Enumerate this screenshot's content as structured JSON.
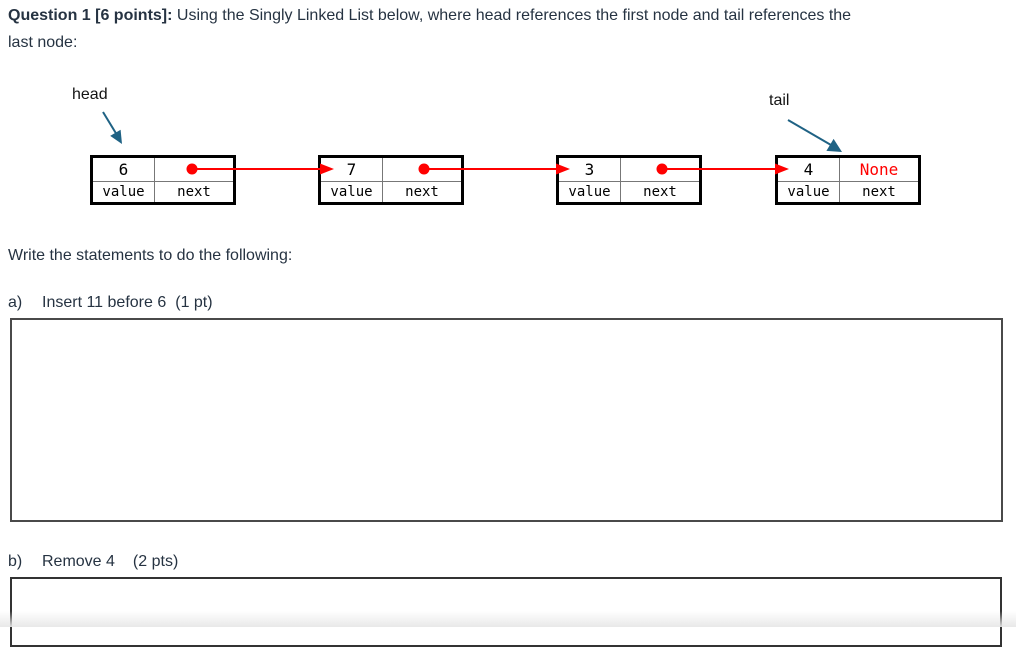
{
  "title": {
    "prefix": "Question 1 [6 points]:",
    "line1_rest": " Using the Singly Linked List below, where head references the first node and tail references the",
    "line2": "last node:"
  },
  "diagram": {
    "head_label": "head",
    "tail_label": "tail",
    "nodes": [
      {
        "value": "6",
        "value_label": "value",
        "next_label": "next",
        "next_content": ""
      },
      {
        "value": "7",
        "value_label": "value",
        "next_label": "next",
        "next_content": ""
      },
      {
        "value": "3",
        "value_label": "value",
        "next_label": "next",
        "next_content": ""
      },
      {
        "value": "4",
        "value_label": "value",
        "next_label": "next",
        "next_content": "None"
      }
    ],
    "colors": {
      "pointer_red": "#ff0000",
      "reference_arrow_teal": "#1f6284",
      "none_text_red": "#ff0000",
      "node_border": "#000000"
    }
  },
  "instructions": "Write the statements to do the following:",
  "questions": [
    {
      "label": "a)",
      "text": "Insert 11 before 6",
      "points": "(1 pt)"
    },
    {
      "label": "b)",
      "text": "Remove 4",
      "points": "(2 pts)"
    }
  ]
}
